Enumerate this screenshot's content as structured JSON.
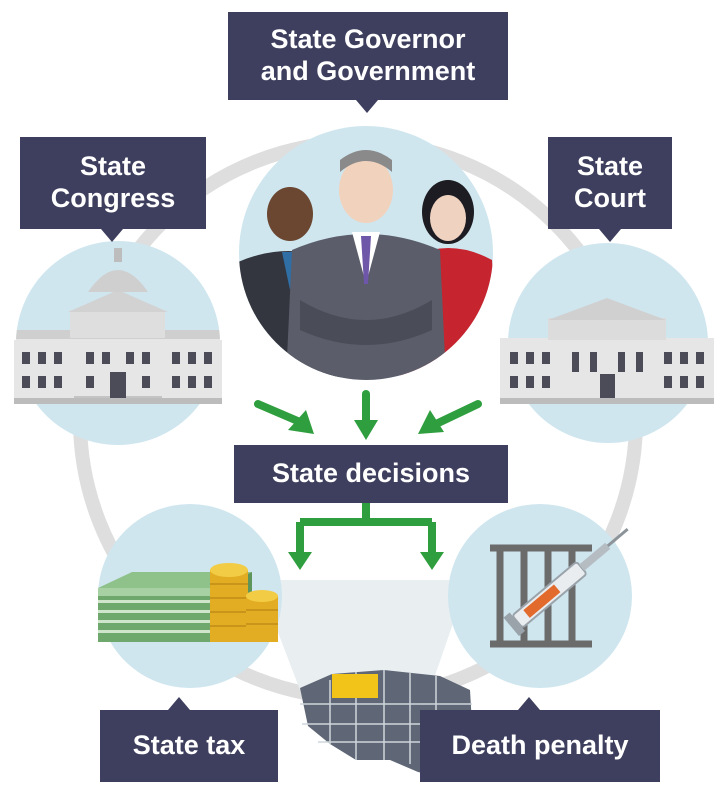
{
  "labels": {
    "governor_line1": "State Governor",
    "governor_line2": "and Government",
    "congress_line1": "State",
    "congress_line2": "Congress",
    "court_line1": "State",
    "court_line2": "Court",
    "decisions": "State decisions",
    "tax": "State tax",
    "death_penalty": "Death penalty"
  },
  "colors": {
    "label_bg": "#3e3f5e",
    "label_text": "#ffffff",
    "circle_fill": "#cfe6ef",
    "ring": "#d9d9d9",
    "arrow": "#2e9e3e",
    "money": "#7fb37c",
    "coins": "#e8b82c",
    "highlight_state": "#f2c318"
  },
  "icons": [
    "capitol-building-icon",
    "officials-group-icon",
    "courthouse-icon",
    "money-stack-icon",
    "jail-syringe-icon",
    "usa-map-icon"
  ]
}
